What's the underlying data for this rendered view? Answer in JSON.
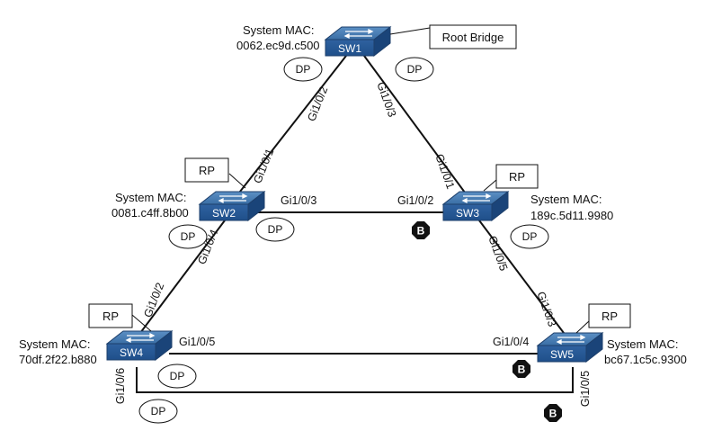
{
  "switches": [
    {
      "id": "sw1",
      "label": "SW1",
      "mac_label": "System MAC:",
      "mac": "0062.ec9d.c500"
    },
    {
      "id": "sw2",
      "label": "SW2",
      "mac_label": "System MAC:",
      "mac": "0081.c4ff.8b00"
    },
    {
      "id": "sw3",
      "label": "SW3",
      "mac_label": "System MAC:",
      "mac": "189c.5d11.9980"
    },
    {
      "id": "sw4",
      "label": "SW4",
      "mac_label": "System MAC:",
      "mac": "70df.2f22.b880"
    },
    {
      "id": "sw5",
      "label": "SW5",
      "mac_label": "System MAC:",
      "mac": "bc67.1c5c.9300"
    }
  ],
  "callouts": {
    "root_bridge": "Root Bridge",
    "rp": "RP"
  },
  "port_roles": {
    "dp": "DP",
    "blocked": "B"
  },
  "ports": {
    "sw1_to_sw2": "Gi1/0/2",
    "sw1_to_sw3": "Gi1/0/3",
    "sw2_to_sw1": "Gi1/0/1",
    "sw2_to_sw3": "Gi1/0/3",
    "sw2_to_sw4": "Gi1/0/4",
    "sw3_to_sw1": "Gi1/0/1",
    "sw3_to_sw2": "Gi1/0/2",
    "sw3_to_sw5": "Gi1/0/5",
    "sw4_to_sw2": "Gi1/0/2",
    "sw4_to_sw5": "Gi1/0/5",
    "sw4_to_sw5_b": "Gi1/0/6",
    "sw5_to_sw3": "Gi1/0/3",
    "sw5_to_sw4": "Gi1/0/4",
    "sw5_to_sw4_b": "Gi1/0/5"
  }
}
